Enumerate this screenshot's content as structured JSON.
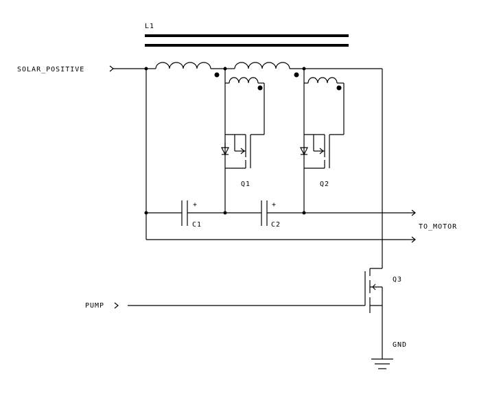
{
  "schematic": {
    "inductor_label": "L1",
    "ports": {
      "solar_positive": "SOLAR_POSITIVE",
      "to_motor": "TO_MOTOR",
      "pump": "PUMP",
      "gnd": "GND"
    },
    "components": {
      "q1": "Q1",
      "q2": "Q2",
      "q3": "Q3",
      "c1": "C1",
      "c2": "C2"
    }
  }
}
